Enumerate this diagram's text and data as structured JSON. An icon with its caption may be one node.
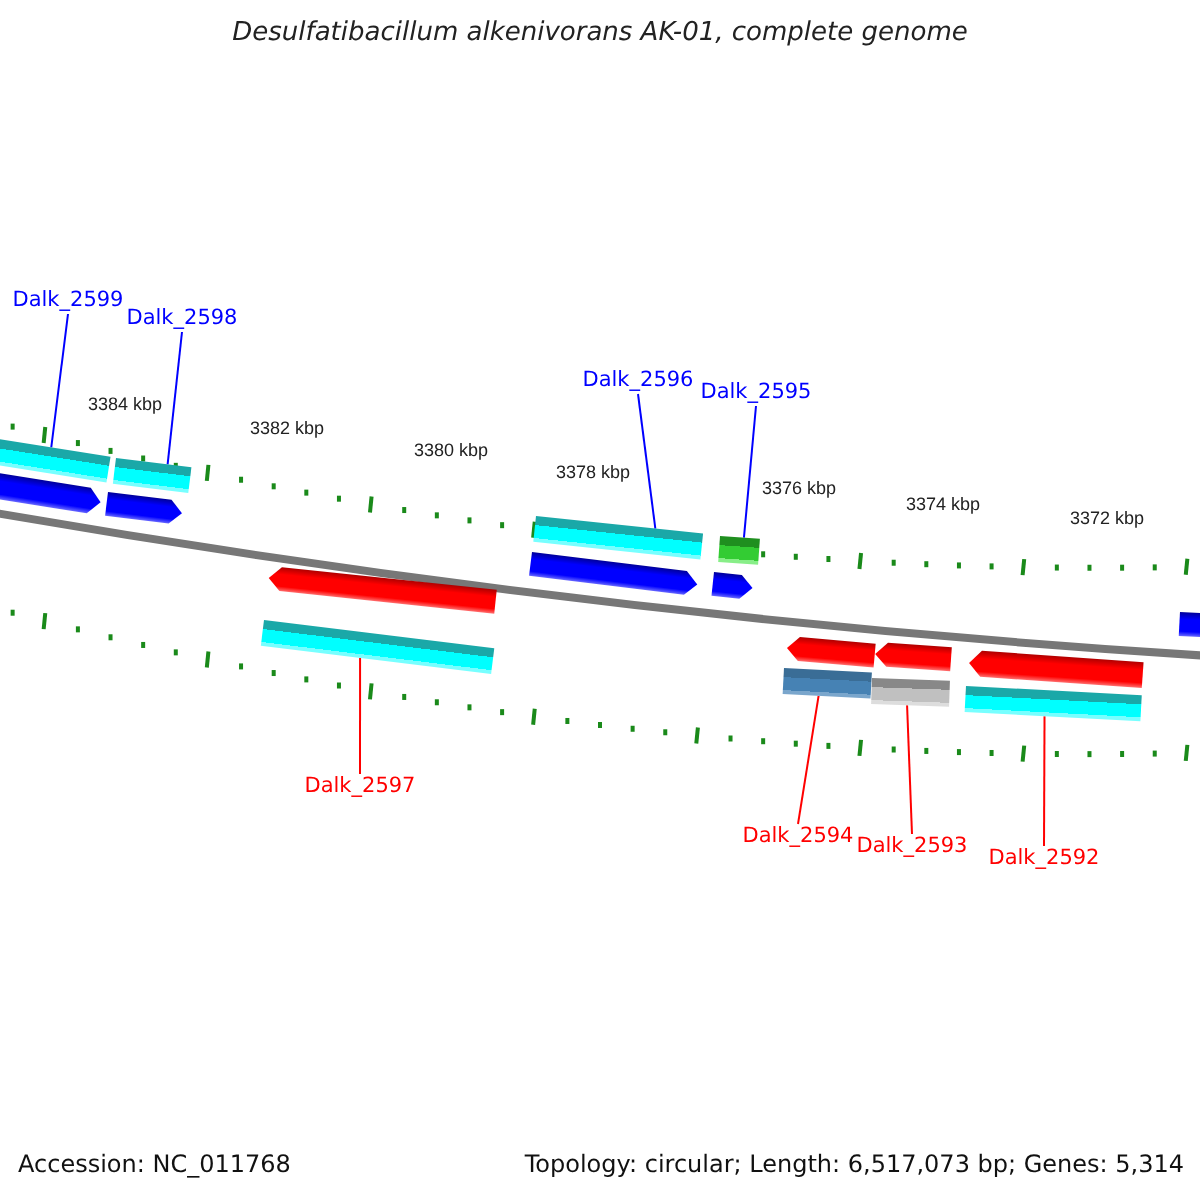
{
  "diagram": {
    "title": "Desulfatibacillum alkenivorans AK-01, complete genome",
    "nodes": [
      {
        "text": [
          "Dalk_2599"
        ]
      },
      {
        "text": [
          "Dalk_2598"
        ]
      },
      {
        "text": [
          "Dalk_2596"
        ]
      },
      {
        "text": [
          "Dalk_2595"
        ]
      },
      {
        "text": [
          "Dalk_2597"
        ]
      },
      {
        "text": [
          "Dalk_2594"
        ]
      },
      {
        "text": [
          "Dalk_2593"
        ]
      },
      {
        "text": [
          "Dalk_2592"
        ]
      },
      {
        "text": [],
        "shape": "bar"
      },
      {
        "text": [],
        "shape": "bar"
      },
      {
        "text": [],
        "shape": "bar"
      },
      {
        "text": [],
        "shape": "bar"
      },
      {
        "text": [],
        "shape": "bar"
      },
      {
        "text": [],
        "shape": "bar"
      },
      {
        "text": [],
        "shape": "bar"
      },
      {
        "text": [],
        "shape": "bar"
      }
    ],
    "edges": [
      {
        "from": 0,
        "to": 8,
        "arrow": "none"
      },
      {
        "from": 1,
        "to": 9,
        "arrow": "none"
      },
      {
        "from": 2,
        "to": 10,
        "arrow": "none"
      },
      {
        "from": 3,
        "to": 11,
        "arrow": "none"
      },
      {
        "from": 4,
        "to": 12,
        "arrow": "none",
        "color": "#ff0000"
      },
      {
        "from": 5,
        "to": 13,
        "arrow": "none",
        "color": "#ff0000"
      },
      {
        "from": 6,
        "to": 14,
        "arrow": "none",
        "color": "#ff0000"
      },
      {
        "from": 7,
        "to": 15,
        "arrow": "none",
        "color": "#ff0000"
      }
    ],
    "labels": [
      "3384 kbp",
      "3382 kbp",
      "3380 kbp",
      "3378 kbp",
      "3376 kbp",
      "3374 kbp",
      "3372 kbp",
      "Accession: NC_011768",
      "Topology: circular; Length: 6,517,073 bp; Genes: 5,314"
    ]
  }
}
